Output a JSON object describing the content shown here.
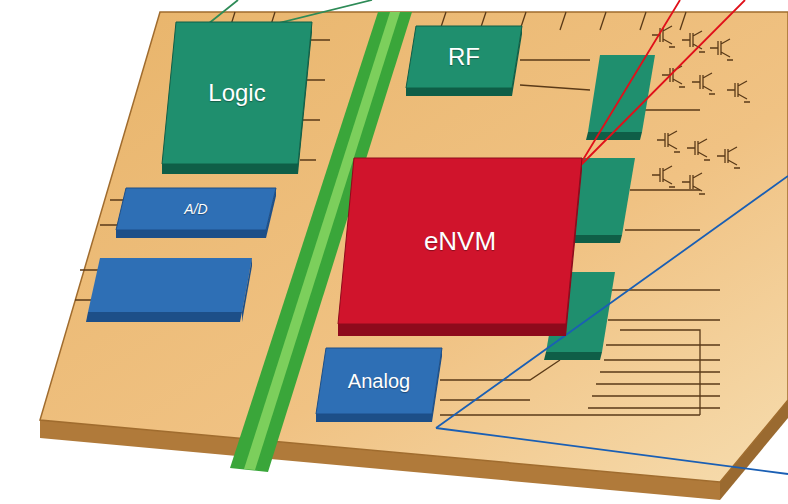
{
  "diagram": {
    "nodes": [
      {
        "text": [
          "Logic"
        ]
      },
      {
        "text": [
          "A/D"
        ]
      },
      {
        "text": [
          "RF"
        ]
      },
      {
        "text": [
          "eNVM"
        ]
      },
      {
        "text": [
          "Analog"
        ]
      }
    ]
  }
}
